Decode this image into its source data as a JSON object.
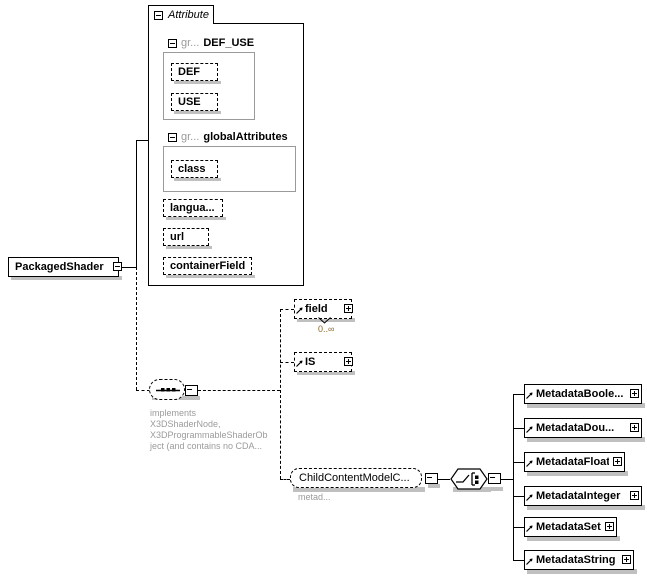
{
  "diagram": {
    "title": "PackagedShader XML schema diagram",
    "root_element": "PackagedShader",
    "attribute_container_label": "Attribute",
    "groups": [
      {
        "prefix": "gr...",
        "name": "DEF_USE",
        "attributes": [
          "DEF",
          "USE"
        ]
      },
      {
        "prefix": "gr...",
        "name": "globalAttributes",
        "attributes": [
          "class"
        ]
      }
    ],
    "direct_attributes": [
      "langua...",
      "url",
      "containerField"
    ],
    "sequence_annotation": "implements\nX3DShaderNode,\nX3DProgrammableShaderOb\nject (and contains no CDA...",
    "child_elements": [
      {
        "name": "field",
        "occurs": "0..∞"
      },
      {
        "name": "IS",
        "occurs": ""
      }
    ],
    "child_content_model": {
      "name": "ChildContentModelC...",
      "annotation": "metad..."
    },
    "metadata_elements": [
      "MetadataBoole...",
      "MetadataDou...",
      "MetadataFloat",
      "MetadataInteger",
      "MetadataSet",
      "MetadataString"
    ],
    "icons": {
      "collapse": "minus-box-icon",
      "expand": "plus-box-icon",
      "sequence": "sequence-compositor-icon",
      "choice": "choice-compositor-icon",
      "reference": "type-reference-arrow-icon"
    },
    "colors": {
      "line": "#000000",
      "shadow": "#c0c0c0",
      "group_border": "#9a9a9a",
      "annotation_text": "#9b9b9b",
      "occurs_text": "#8a6a2a",
      "background": "#ffffff"
    }
  }
}
